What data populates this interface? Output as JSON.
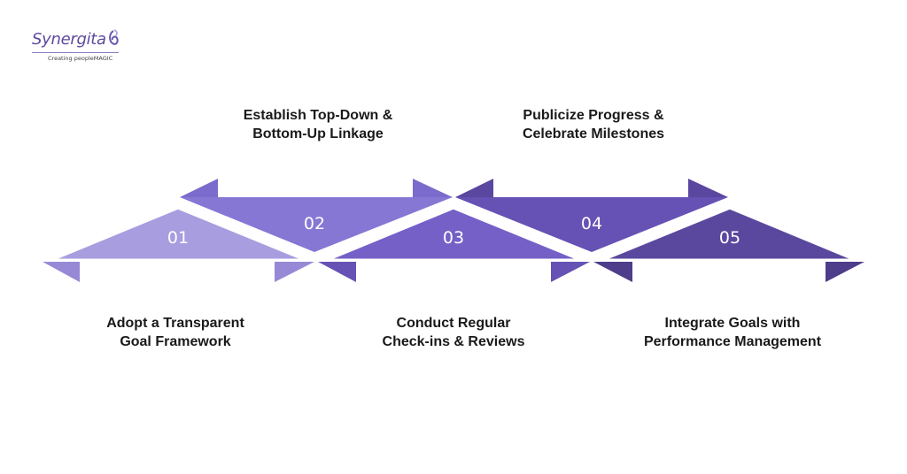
{
  "brand": {
    "name": "Synergita",
    "tagline": "Creating peopleMAGIC",
    "accent": "#5e4a9e"
  },
  "steps": [
    {
      "number": "01",
      "lines": [
        "Adopt a Transparent",
        "Goal Framework"
      ],
      "color": "#a79ddf"
    },
    {
      "number": "02",
      "lines": [
        "Establish Top-Down &",
        "Bottom-Up Linkage"
      ],
      "color": "#8677d5"
    },
    {
      "number": "03",
      "lines": [
        "Conduct Regular",
        "Check-ins & Reviews"
      ],
      "color": "#7460c7"
    },
    {
      "number": "04",
      "lines": [
        "Publicize Progress &",
        "Celebrate Milestones"
      ],
      "color": "#6651b4"
    },
    {
      "number": "05",
      "lines": [
        "Integrate Goals with",
        "Performance Management"
      ],
      "color": "#5a489f"
    }
  ]
}
